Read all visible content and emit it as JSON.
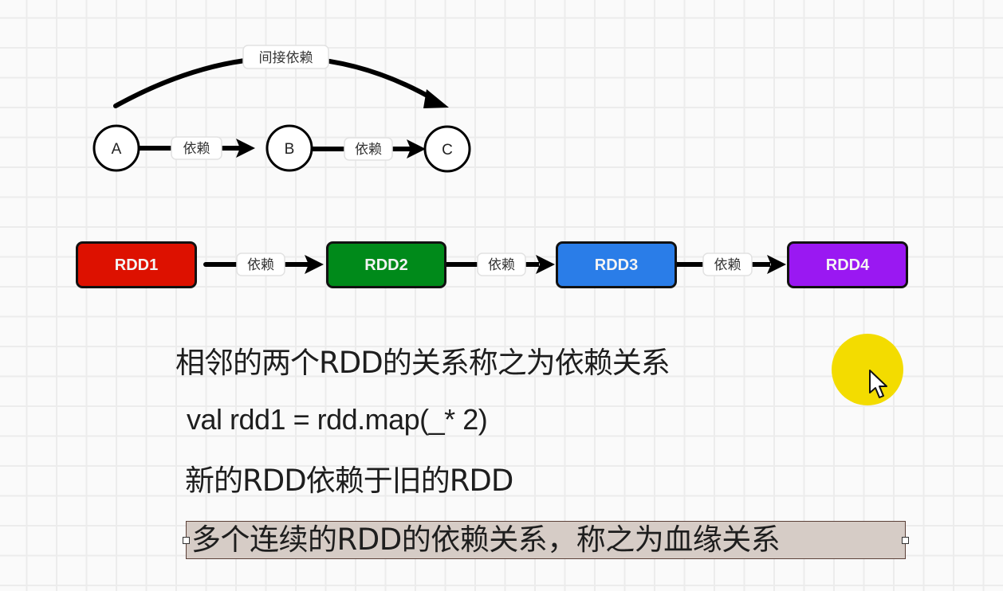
{
  "top_diagram": {
    "nodes": [
      {
        "id": "A",
        "label": "A"
      },
      {
        "id": "B",
        "label": "B"
      },
      {
        "id": "C",
        "label": "C"
      }
    ],
    "edges": [
      {
        "from": "A",
        "to": "B",
        "label": "依赖"
      },
      {
        "from": "B",
        "to": "C",
        "label": "依赖"
      },
      {
        "from": "A",
        "to": "C",
        "label": "间接依赖"
      }
    ]
  },
  "rdd_chain": {
    "nodes": [
      {
        "label": "RDD1",
        "color": "#dd1100"
      },
      {
        "label": "RDD2",
        "color": "#008a1a"
      },
      {
        "label": "RDD3",
        "color": "#2a7de8"
      },
      {
        "label": "RDD4",
        "color": "#9a18f2"
      }
    ],
    "edges": [
      {
        "from": "RDD1",
        "to": "RDD2",
        "label": "依赖"
      },
      {
        "from": "RDD2",
        "to": "RDD3",
        "label": "依赖"
      },
      {
        "from": "RDD3",
        "to": "RDD4",
        "label": "依赖"
      }
    ]
  },
  "notes": {
    "line1": "相邻的两个RDD的关系称之为依赖关系",
    "line2": "val rdd1 = rdd.map(_* 2)",
    "line3": "新的RDD依赖于旧的RDD",
    "line4": "多个连续的RDD的依赖关系，称之为血缘关系"
  },
  "cursor": {
    "highlight_color": "#f3dc00"
  }
}
